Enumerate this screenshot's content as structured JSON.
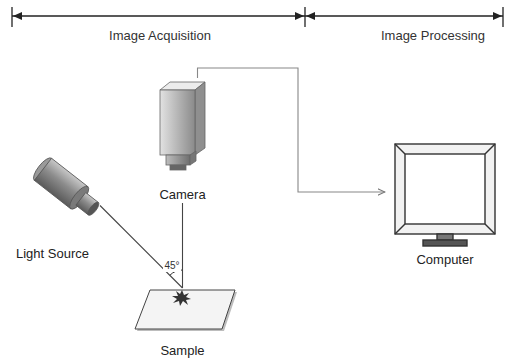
{
  "diagram": {
    "nodes": [
      {
        "text": [
          "Camera"
        ]
      },
      {
        "text": [
          "Light Source"
        ]
      },
      {
        "text": [
          "Computer"
        ]
      },
      {
        "text": [
          "Sample"
        ]
      }
    ],
    "edges": [
      {
        "from": 0,
        "to": 2,
        "arrow": "to"
      },
      {
        "from": 1,
        "to": 3,
        "arrow": "none"
      },
      {
        "from": 0,
        "to": 3,
        "arrow": "none"
      }
    ],
    "labels": [
      "Image Acquisition",
      "Image Processing",
      "45°"
    ]
  }
}
